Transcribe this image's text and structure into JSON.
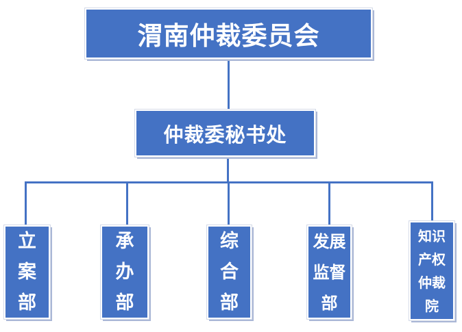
{
  "org_chart": {
    "type": "org-chart",
    "root": {
      "label": "渭南仲裁委员会"
    },
    "secretariat": {
      "label": "仲裁委秘书处"
    },
    "departments": [
      {
        "name": "立案部",
        "lines": [
          "立",
          "案",
          "部"
        ]
      },
      {
        "name": "承办部",
        "lines": [
          "承",
          "办",
          "部"
        ]
      },
      {
        "name": "综合部",
        "lines": [
          "综",
          "合",
          "部"
        ]
      },
      {
        "name": "发展监督部",
        "lines": [
          "发展",
          "监督",
          "部"
        ]
      },
      {
        "name": "知识产权仲裁院",
        "lines": [
          "知识",
          "产权",
          "仲裁",
          "院"
        ]
      }
    ],
    "hierarchy": {
      "渭南仲裁委员会": {
        "仲裁委秘书处": [
          "立案部",
          "承办部",
          "综合部",
          "发展监督部",
          "知识产权仲裁院"
        ]
      }
    },
    "colors": {
      "box_fill": "#4472C4",
      "connector": "#4472C4",
      "text": "#FFFFFF",
      "shadow": "#AAB7D6"
    }
  }
}
